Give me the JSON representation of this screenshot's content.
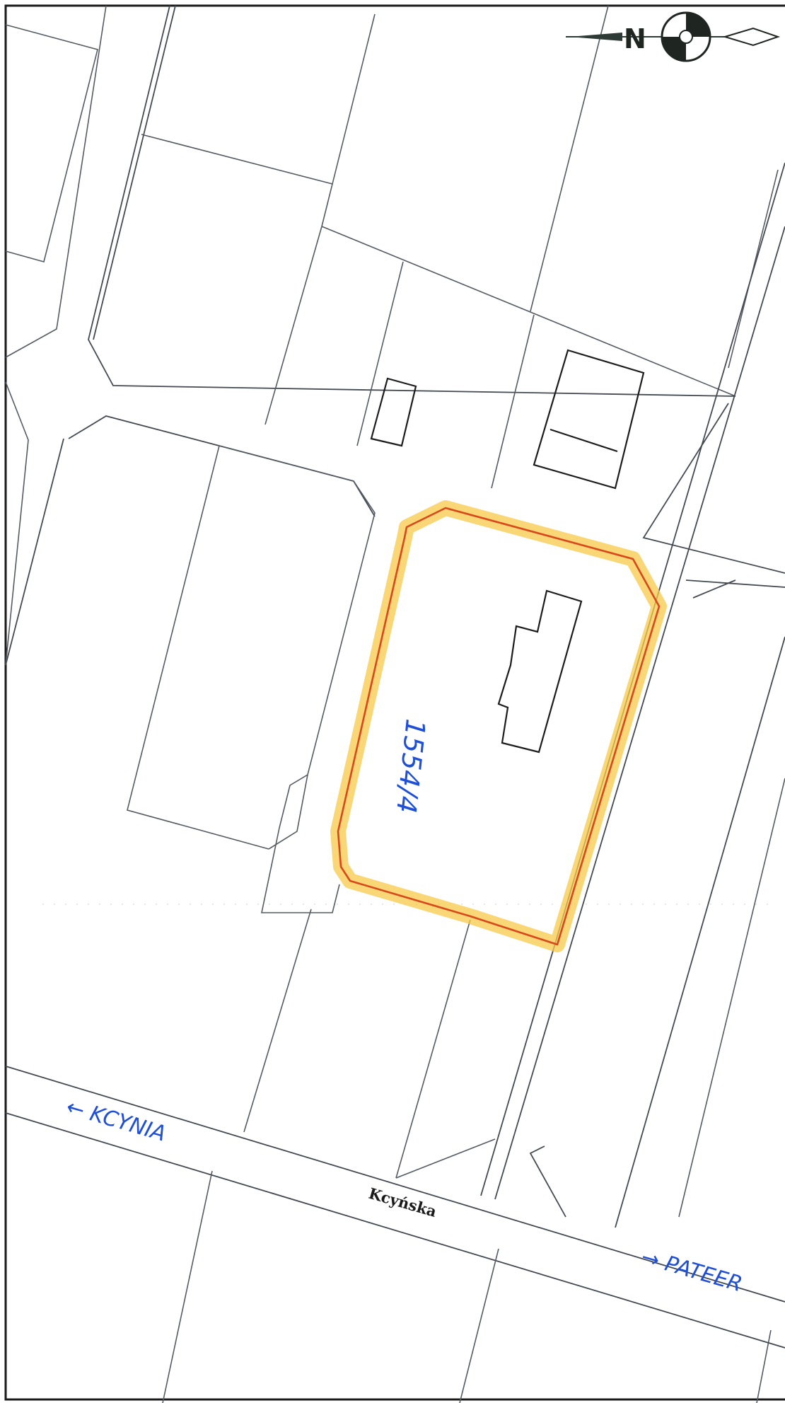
{
  "map": {
    "street_name": "Kcyńska",
    "parcel_number": "1554/4",
    "direction_left": "← KCYNIA",
    "direction_right": "→ PATEER",
    "north_marker": "N",
    "highlight_colors": {
      "fill_glow": "#f7c948",
      "outline": "#d9481d"
    },
    "handwriting_color": "#1f4fd6",
    "line_color": "#555b63"
  }
}
